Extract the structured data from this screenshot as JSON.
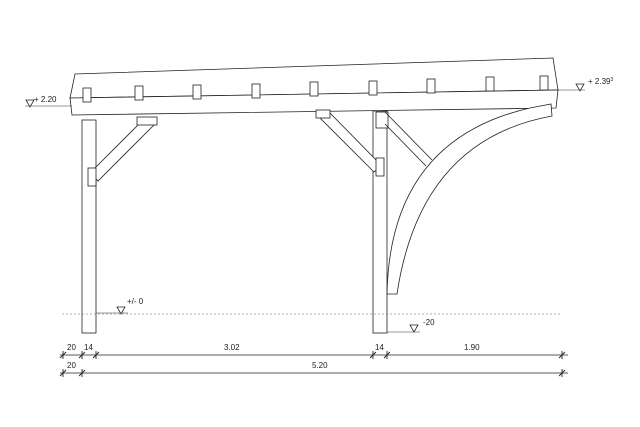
{
  "elevations": {
    "left_top": "+ 2.20",
    "right_top": "+ 2.39",
    "right_top_sup": "3",
    "ground": "+/- 0",
    "foundation": "-20"
  },
  "dimensions": {
    "row1": [
      "20",
      "14",
      "3.02",
      "14",
      "1.90"
    ],
    "row2": [
      "20",
      "5.20"
    ]
  }
}
